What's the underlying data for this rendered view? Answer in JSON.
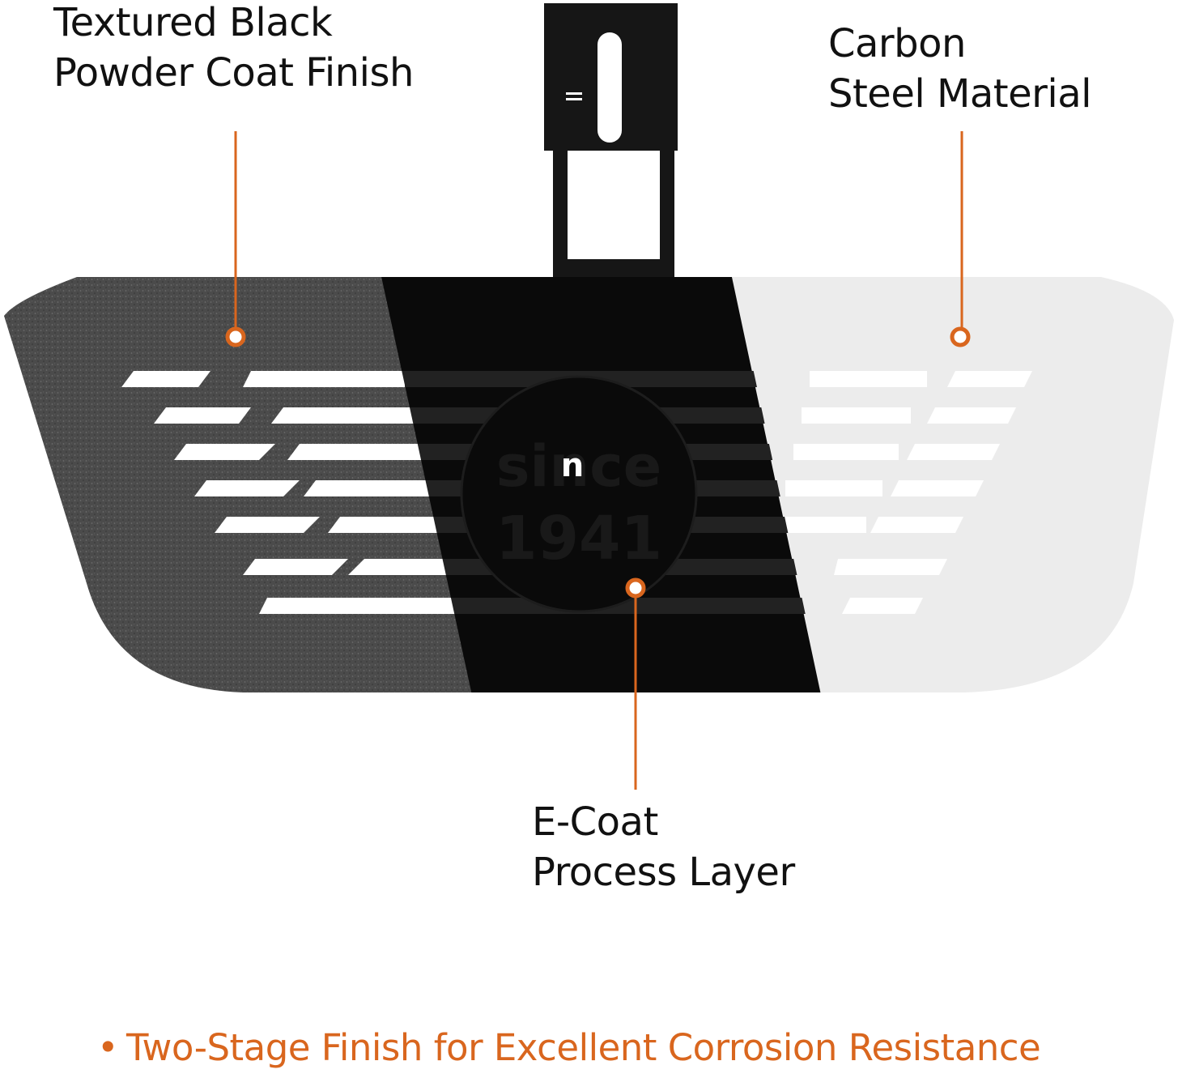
{
  "callouts": {
    "powder_coat": {
      "line1": "Textured Black",
      "line2": "Powder Coat Finish"
    },
    "carbon_steel": {
      "line1": "Carbon",
      "line2": "Steel Material"
    },
    "e_coat": {
      "line1": "E-Coat",
      "line2": "Process Layer"
    }
  },
  "bottom_note": {
    "bullet": "•",
    "text": "Two-Stage Finish for Excellent Corrosion Resistance"
  },
  "emblem": {
    "line1": "since",
    "line2": "1941"
  },
  "colors": {
    "accent": "#d9661e",
    "powder_coat": "#4a4a4a",
    "e_coat": "#0a0a0a",
    "carbon_steel": "#e8e8e8",
    "text": "#111111"
  }
}
